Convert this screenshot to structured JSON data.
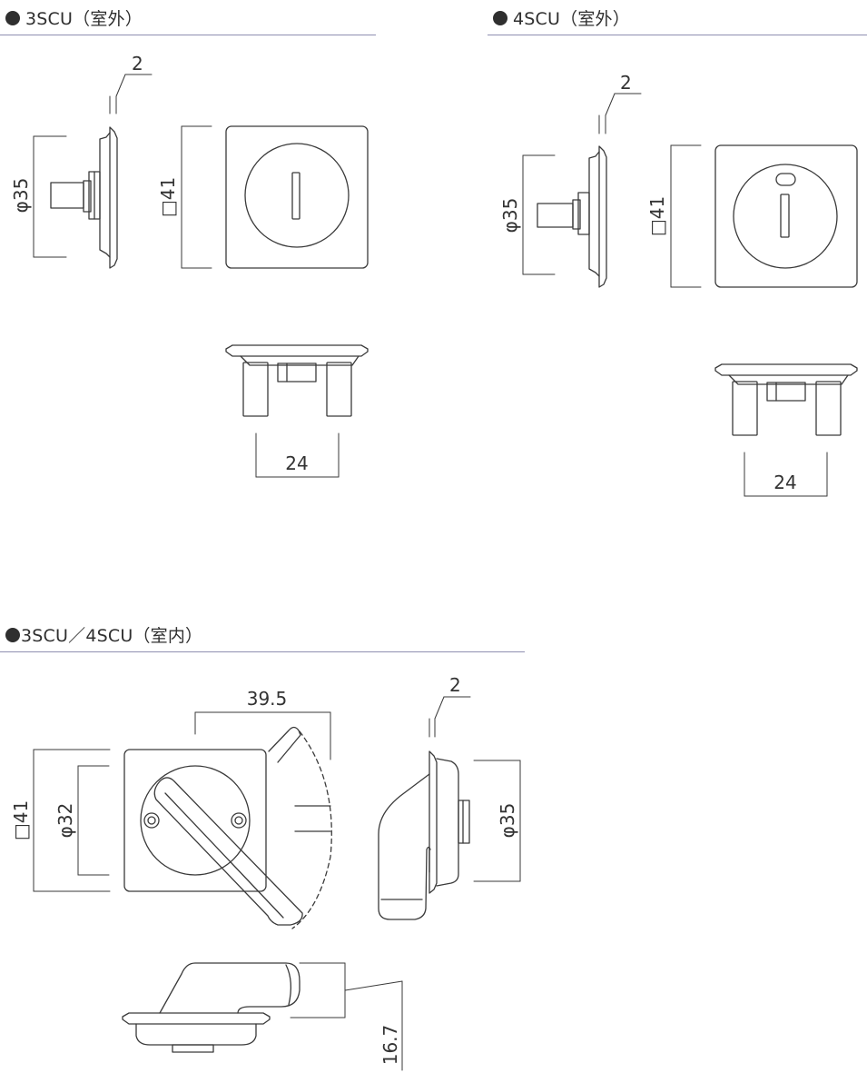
{
  "sections": {
    "exterior_3scu": {
      "title": "3SCU（室外）"
    },
    "exterior_4scu": {
      "title": "4SCU（室外）"
    },
    "interior": {
      "title": "3SCU／4SCU（室内）"
    }
  },
  "dimensions": {
    "ex3_thickness": "2",
    "ex3_diameter": "φ35",
    "ex3_square": "□41",
    "ex3_width": "24",
    "ex4_thickness": "2",
    "ex4_diameter": "φ35",
    "ex4_square": "□41",
    "ex4_width": "24",
    "in_square": "□41",
    "in_diameter": "φ32",
    "in_lever": "39.5",
    "in_thickness": "2",
    "in_side_diameter": "φ35",
    "in_height": "16.7"
  },
  "colors": {
    "line": "#3a3a3a",
    "rule": "#8f8fb0"
  }
}
